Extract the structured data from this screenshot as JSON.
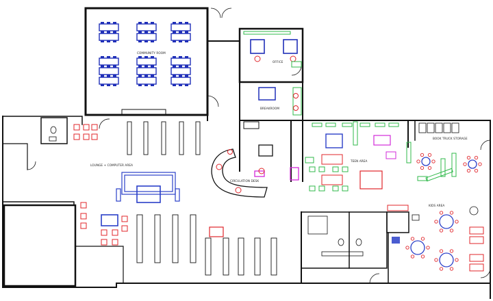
{
  "rooms": {
    "community": "COMMUNITY ROOM",
    "office": "OFFICE",
    "breakroom": "BREAKROOM",
    "lounge": "LOUNGE + COMPUTER AREA",
    "circulation": "CIRCULATION DESK",
    "teen": "TEEN AREA",
    "storage": "BOOK TRUCK STORAGE",
    "kids": "KIDS AREA"
  },
  "furniture_colors": {
    "walls": "#111111",
    "community_tables": "#1f2fb8",
    "office_desks": "#1f2fb8",
    "chairs_red": "#e0242a",
    "teen_green": "#2fb84a",
    "teen_magenta": "#d22ad8",
    "lounge_blue": "#2a3fc8"
  }
}
